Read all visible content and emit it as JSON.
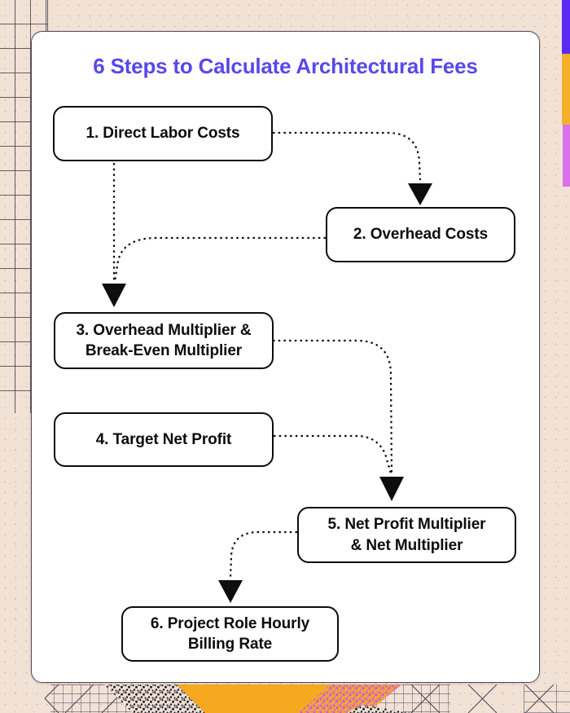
{
  "title": "6 Steps to Calculate Architectural Fees",
  "steps": [
    {
      "name": "direct-labor-costs",
      "lines": [
        "1. Direct Labor Costs"
      ]
    },
    {
      "name": "overhead-costs",
      "lines": [
        "2. Overhead Costs"
      ]
    },
    {
      "name": "overhead-and-break-even-multiplier",
      "lines": [
        "3. Overhead Multiplier &",
        "Break-Even Multiplier"
      ]
    },
    {
      "name": "target-net-profit",
      "lines": [
        "4. Target Net Profit"
      ]
    },
    {
      "name": "net-profit-and-net-multiplier",
      "lines": [
        "5. Net Profit Multiplier",
        "& Net Multiplier"
      ]
    },
    {
      "name": "project-role-hourly-billing-rate",
      "lines": [
        "6. Project Role Hourly",
        "Billing Rate"
      ]
    }
  ],
  "connections": [
    {
      "from": 1,
      "to": 2
    },
    {
      "from": 1,
      "to": 3
    },
    {
      "from": 2,
      "to": 3
    },
    {
      "from": 3,
      "to": 5
    },
    {
      "from": 4,
      "to": 5
    },
    {
      "from": 5,
      "to": 6
    }
  ],
  "colors": {
    "title": "#5948EB",
    "background": "#F2E2D6",
    "card": "#FFFFFF",
    "box_border": "#0D0D0D",
    "connector": "#0D0D0D",
    "accent_purple": "#5A2BF0",
    "accent_yellow": "#F4AF2B",
    "accent_orchid": "#D971E8",
    "band_yellow": "#F6A91E",
    "band_magenta": "#C95BE8",
    "grid_line": "#45404F"
  }
}
